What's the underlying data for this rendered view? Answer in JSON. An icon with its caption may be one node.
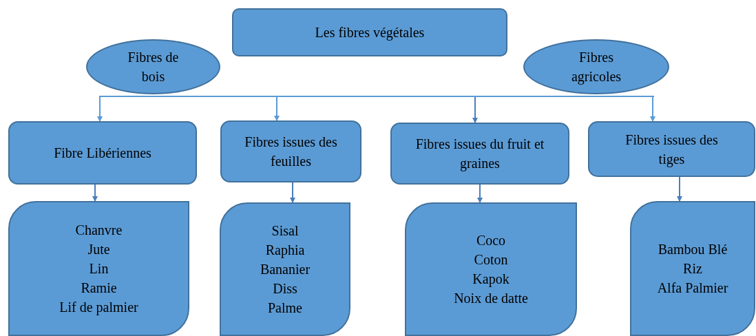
{
  "diagram": {
    "nodes": [
      {
        "text": [
          "Les fibres végétales"
        ]
      },
      {
        "text": [
          "Fibres de bois"
        ]
      },
      {
        "text": [
          "Fibres agricoles"
        ]
      },
      {
        "text": [],
        "shape": "bar"
      },
      {
        "text": [
          "Fibre Libériennes"
        ]
      },
      {
        "text": [
          "Fibres issues des feuilles"
        ]
      },
      {
        "text": [
          "Fibres issues du fruit et graines"
        ]
      },
      {
        "text": [
          "Fibres issues des tiges"
        ]
      },
      {
        "text": [
          "Chanvre",
          "Jute",
          "Lin",
          "Ramie",
          "Lif de palmier"
        ]
      },
      {
        "text": [
          "Sisal",
          "Raphia",
          "Bananier",
          "Diss",
          "Palme"
        ]
      },
      {
        "text": [
          "Coco",
          "Coton",
          "Kapok",
          "Noix de datte"
        ]
      },
      {
        "text": [
          "Bambou Blé",
          "Riz",
          "Alfa Palmier"
        ]
      }
    ],
    "edges": [
      {
        "from": 3,
        "to": 4,
        "arrow": "to"
      },
      {
        "from": 3,
        "to": 5,
        "arrow": "to"
      },
      {
        "from": 3,
        "to": 6,
        "arrow": "to",
        "color": "#4a7ebb"
      },
      {
        "from": 3,
        "to": 7,
        "arrow": "to"
      },
      {
        "from": 4,
        "to": 8,
        "arrow": "to",
        "color": "#4a7ebb"
      },
      {
        "from": 5,
        "to": 9,
        "arrow": "to",
        "color": "#4a7ebb"
      },
      {
        "from": 6,
        "to": 10,
        "arrow": "to",
        "color": "#4a7ebb"
      },
      {
        "from": 7,
        "to": 11,
        "arrow": "to",
        "color": "#4a7ebb"
      }
    ]
  }
}
